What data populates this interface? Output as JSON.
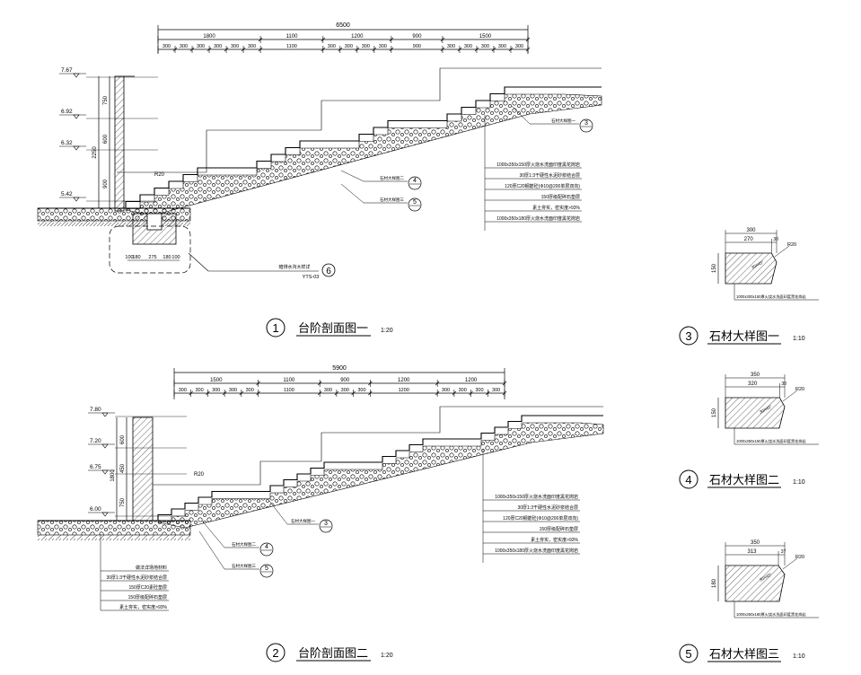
{
  "section1": {
    "title": "台阶剖面图一",
    "scale": "1:20",
    "number": "1",
    "total_dim": "6500",
    "top_dims": [
      "1800",
      "1100",
      "1200",
      "900",
      "1500"
    ],
    "sub_dims": [
      "300",
      "300",
      "300",
      "300",
      "300",
      "300",
      "1100",
      "300",
      "300",
      "300",
      "300",
      "900",
      "300",
      "300",
      "300",
      "300",
      "300"
    ],
    "elevations": [
      "7.67",
      "6.92",
      "6.32",
      "5.42"
    ],
    "vert_dims": [
      "750",
      "600",
      "900",
      "2250"
    ],
    "radius": "R20",
    "drain_dims": [
      "100",
      "180",
      "275",
      "180",
      "100"
    ],
    "detail_ref_label": "暗排水沟大样详",
    "detail_ref_code": "YTS-03",
    "detail_ref_num": "6",
    "callouts": [
      {
        "label": "石材大样图一",
        "num": "3"
      },
      {
        "label": "石材大样图二",
        "num": "4"
      },
      {
        "label": "石材大样图三",
        "num": "5"
      }
    ],
    "layers": [
      "1000x350x150厚火烧水洗面印度黑花岗岩",
      "30厚1:3干硬性水泥砂浆结合层",
      "120厚C20钢筋砼(Φ10@200单层双向)",
      "150厚级配碎石垫层",
      "素土夯实，密实度>93%",
      "1000x350x180厚火烧水洗面印度黑花岗岩"
    ]
  },
  "section2": {
    "title": "台阶剖面图二",
    "scale": "1:20",
    "number": "2",
    "total_dim": "5900",
    "top_dims": [
      "1500",
      "1100",
      "900",
      "1200",
      "1200"
    ],
    "sub_dims": [
      "300",
      "300",
      "300",
      "300",
      "300",
      "1100",
      "300",
      "300",
      "300",
      "1200",
      "300",
      "300",
      "300",
      "300"
    ],
    "elevations": [
      "7.80",
      "7.20",
      "6.75",
      "6.00"
    ],
    "vert_dims": [
      "600",
      "450",
      "750",
      "1800"
    ],
    "radius": "R20",
    "callouts": [
      {
        "label": "石材大样图一",
        "num": "3"
      },
      {
        "label": "石材大样图二",
        "num": "4"
      },
      {
        "label": "石材大样图三",
        "num": "5"
      }
    ],
    "layers": [
      "1000x350x150厚火烧水洗面印度黑花岗岩",
      "30厚1:3干硬性水泥砂浆结合层",
      "120厚C20钢筋砼(Φ10@200单层双向)",
      "150厚级配碎石垫层",
      "素土夯实，密实度>93%",
      "1000x350x180厚火烧水洗面印度黑花岗岩"
    ],
    "ground_layers": [
      "做法详场地材料",
      "30厚1:3干硬性水泥砂浆结合层",
      "150厚C20素砼垫层",
      "150厚级配碎石垫层",
      "素土夯实，密实度>93%"
    ]
  },
  "detail3": {
    "title": "石材大样图一",
    "scale": "1:10",
    "number": "3",
    "dims": [
      "300",
      "270",
      "30"
    ],
    "height": "150",
    "radius": "R20",
    "bevel": "30X45°",
    "note": "1000x300x150厚火烧水洗面印度黑花岗岩"
  },
  "detail4": {
    "title": "石材大样图二",
    "scale": "1:10",
    "number": "4",
    "dims": [
      "350",
      "320",
      "30"
    ],
    "height": "150",
    "radius": "R20",
    "bevel": "30X45°",
    "note": "1000x350x150厚火烧水洗面印度黑花岗岩"
  },
  "detail5": {
    "title": "石材大样图三",
    "scale": "1:10",
    "number": "5",
    "dims": [
      "350",
      "313",
      "37"
    ],
    "height": "180",
    "radius": "R20",
    "bevel": "30X45°",
    "note": "1000x350x180厚火烧水洗面印度黑花岗岩"
  }
}
